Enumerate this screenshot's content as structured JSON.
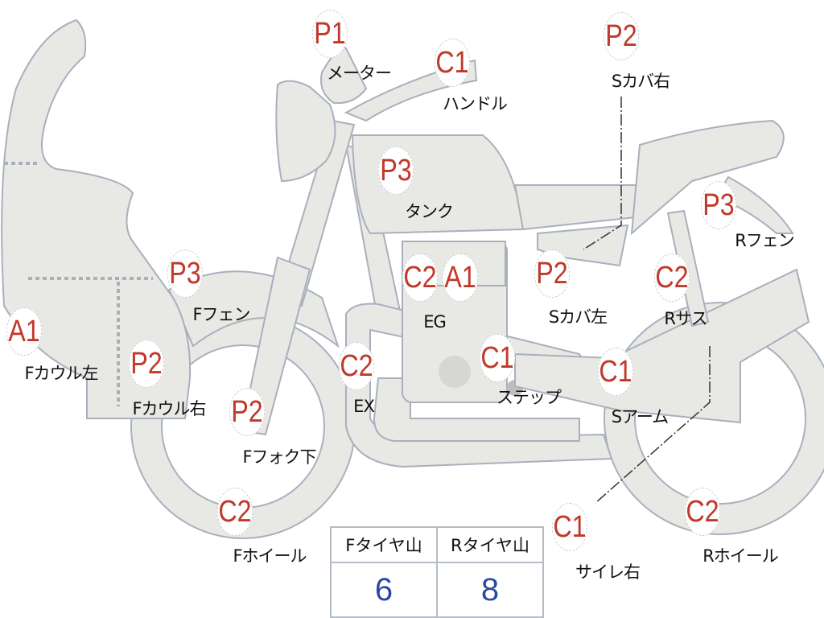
{
  "markers": [
    {
      "code": "P1",
      "label": "メーター"
    },
    {
      "code": "C1",
      "label": "ハンドル"
    },
    {
      "code": "P2",
      "label": "Sカバ右"
    },
    {
      "code": "P3",
      "label": "タンク"
    },
    {
      "code": "P3",
      "label": "Rフェン"
    },
    {
      "code": "C2",
      "code2": "A1",
      "label": "EG"
    },
    {
      "code": "P2",
      "label": "Sカバ左"
    },
    {
      "code": "C2",
      "label": "Rサス"
    },
    {
      "code": "P3",
      "label": "Fフェン"
    },
    {
      "code": "A1",
      "label": "Fカウル左"
    },
    {
      "code": "P2",
      "label": "Fカウル右"
    },
    {
      "code": "C2",
      "label": "EX"
    },
    {
      "code": "C1",
      "label": "ステップ"
    },
    {
      "code": "C1",
      "label": "Sアーム"
    },
    {
      "code": "P2",
      "label": "Fフォク下"
    },
    {
      "code": "C2",
      "label": "Fホイール"
    },
    {
      "code": "C1",
      "label": "サイレ右"
    },
    {
      "code": "C2",
      "label": "Rホイール"
    }
  ],
  "tyre_table": {
    "headers": [
      "Fタイヤ山",
      "Rタイヤ山"
    ],
    "values": [
      "6",
      "8"
    ]
  },
  "colors": {
    "part_fill": "#e8e8e5",
    "part_stroke": "#a9b0bd",
    "code": "#c0392b",
    "value": "#2a4aa0"
  }
}
